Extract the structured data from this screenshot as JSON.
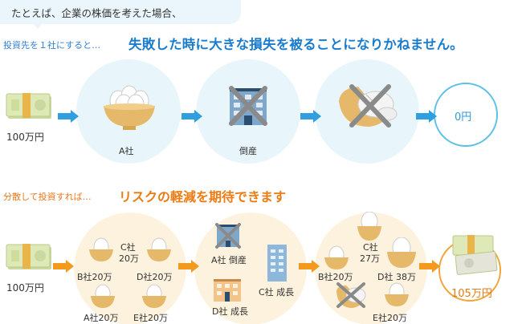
{
  "intro": {
    "text": "たとえば、企業の株価を考えた場合、"
  },
  "scenario1": {
    "lead_small": "投資先を１社にすると…",
    "lead_big": "失敗した時に大きな損失を被ることになりかねません。",
    "start_amount": "100万円",
    "step1_label": "A社",
    "step2_label": "倒産",
    "result": "0円"
  },
  "scenario2": {
    "lead_small": "分散して投資すれば…",
    "lead_big": "リスクの軽減を期待できます",
    "start_amount": "100万円",
    "allocation": {
      "c": "C社",
      "c_amt": "20万",
      "b": "B社20万",
      "d": "D社20万",
      "a": "A社20万",
      "e": "E社20万"
    },
    "outcomes": {
      "a": "A社 倒産",
      "c": "C社 成長",
      "d": "D社 成長"
    },
    "after": {
      "c": "C社",
      "c_amt": "27万",
      "b": "B社20万",
      "d": "D社 38万",
      "e": "E社20万"
    },
    "result": "105万円"
  },
  "colors": {
    "blue_accent": "#2d9bd6",
    "orange_accent": "#ec7b12",
    "arrow_blue": "#2f9fe0",
    "arrow_orange": "#f39a1e"
  },
  "icons": [
    "money-bundle-icon",
    "egg-bowl-icon",
    "building-icon",
    "cross-icon",
    "broken-egg-icon"
  ]
}
